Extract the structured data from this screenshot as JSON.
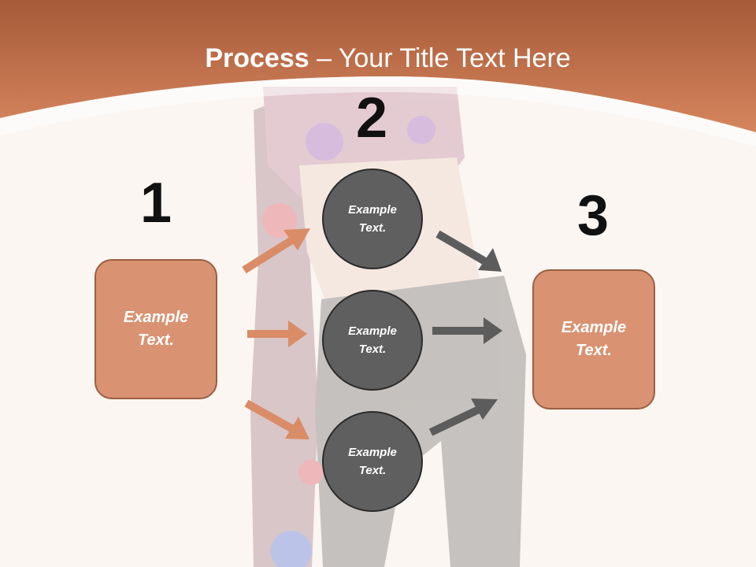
{
  "title": {
    "strong": "Process",
    "rest": " – Your Title Text Here"
  },
  "steps": {
    "step1_number": "1",
    "step2_number": "2",
    "step3_number": "3"
  },
  "boxes": {
    "left_text": "Example Text.",
    "right_text": "Example Text."
  },
  "circles": {
    "top_text": "Example Text.",
    "middle_text": "Example Text.",
    "bottom_text": "Example Text."
  },
  "colors": {
    "header_band": "#c97650",
    "box_fill": "#d99272",
    "box_border": "#9b5f43",
    "circle_fill": "#5f5f5f",
    "orange_arrow": "#d98c66",
    "gray_arrow": "#5c5c5c"
  }
}
